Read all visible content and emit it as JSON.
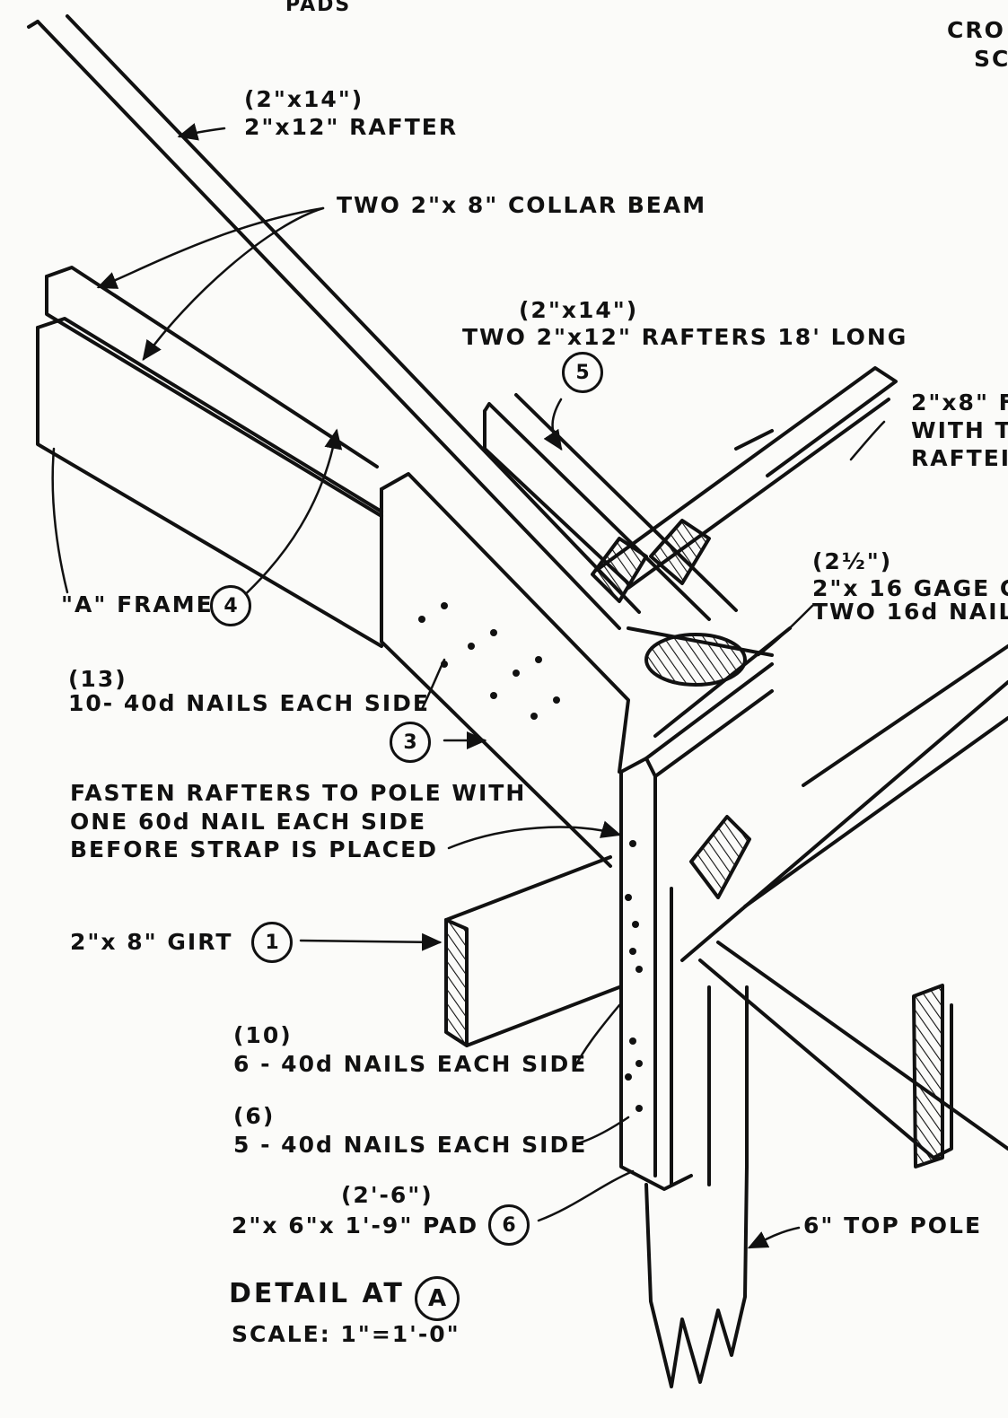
{
  "labels": {
    "pads": "PADS",
    "cross_section_1": "CRO",
    "cross_section_2": "SC",
    "rafter_alt": "(2\"x14\")",
    "rafter": "2\"x12\" RAFTER",
    "collar_beam": "TWO 2\"x 8\" COLLAR BEAM",
    "rafters_alt": "(2\"x14\")",
    "rafters": "TWO 2\"x12\" RAFTERS 18' LONG",
    "purlin_1": "2\"x8\" F",
    "purlin_2": "WITH T",
    "purlin_3": "RAFTEI",
    "gage_alt": "(2½\")",
    "gage_1": "2\"x 16 GAGE G",
    "gage_2": "TWO 16d NAILS",
    "a_frame": "\"A\" FRAME",
    "nails13_alt": "(13)",
    "nails13": "10- 40d NAILS EACH SIDE",
    "fasten_1": "FASTEN RAFTERS TO POLE WITH",
    "fasten_2": "ONE 60d NAIL EACH SIDE",
    "fasten_3": "BEFORE STRAP IS PLACED",
    "girt": "2\"x 8\" GIRT",
    "nails10_alt": "(10)",
    "nails10": "6 - 40d NAILS EACH SIDE",
    "nails6_alt": "(6)",
    "nails6": "5 - 40d NAILS EACH SIDE",
    "pad_alt": "(2'-6\")",
    "pad": "2\"x 6\"x 1'-9\" PAD",
    "pole": "6\" TOP POLE",
    "detail_title": "DETAIL AT",
    "detail_ref": "A",
    "scale": "SCALE: 1\"=1'-0\""
  },
  "callouts": {
    "girt": "1",
    "nails13": "3",
    "a_frame": "4",
    "rafters": "5",
    "pad": "6"
  },
  "colors": {
    "ink": "#111111",
    "paper": "#fbfbf9"
  }
}
